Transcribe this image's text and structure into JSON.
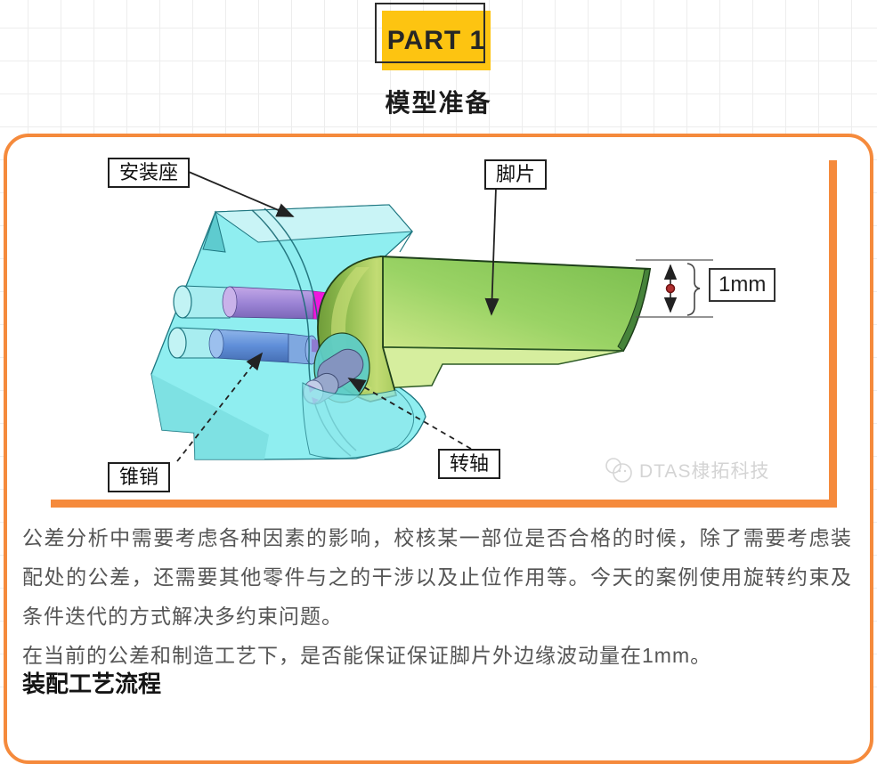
{
  "badge": {
    "label": "PART 1"
  },
  "section_title": "模型准备",
  "figure": {
    "labels": {
      "mount": "安装座",
      "foot": "脚片",
      "pin": "锥销",
      "shaft": "转轴"
    },
    "dimension_value": "1mm",
    "watermark_text": "DTAS棣拓科技"
  },
  "paragraphs": {
    "p1": "公差分析中需要考虑各种因素的影响，校核某一部位是否合格的时候，除了需要考虑装配处的公差，还需要其他零件与之的干涉以及止位作用等。今天的案例使用旋转约束及条件迭代的方式解决多约束问题。",
    "p2": "在当前的公差和制造工艺下，是否能保证保证脚片外边缘波动量在1mm。"
  },
  "subheading": "装配工艺流程",
  "colors": {
    "accent_orange": "#F58A3C",
    "badge_yellow": "#FDC411",
    "mount_cyan": "#8FEEF0",
    "foot_green": "#9AD365",
    "pin_purple": "#9D85D6",
    "pin_blue": "#5F8ED8",
    "highlight_magenta": "#EF17DD",
    "dimension_dot_red": "#B03030"
  }
}
